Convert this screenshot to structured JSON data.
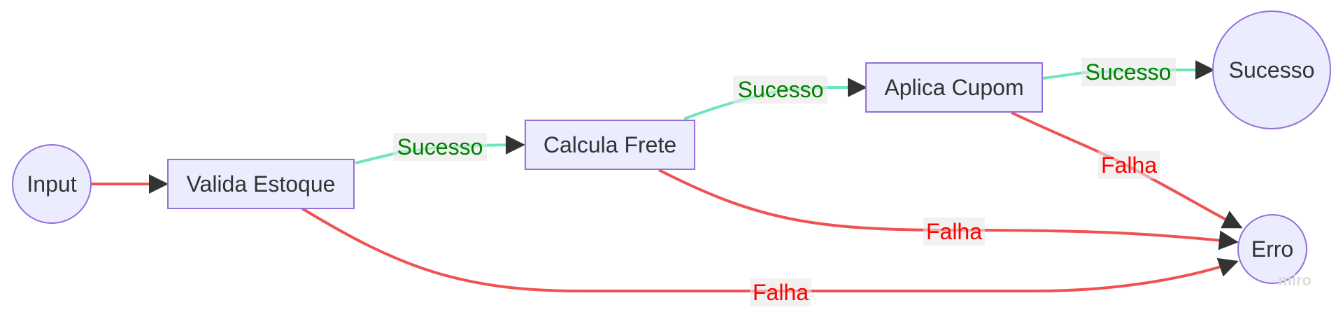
{
  "diagram": {
    "nodes": {
      "input": {
        "label": "Input",
        "shape": "circle"
      },
      "valida_estoque": {
        "label": "Valida Estoque",
        "shape": "rect"
      },
      "calcula_frete": {
        "label": "Calcula Frete",
        "shape": "rect"
      },
      "aplica_cupom": {
        "label": "Aplica Cupom",
        "shape": "rect"
      },
      "sucesso": {
        "label": "Sucesso",
        "shape": "circle"
      },
      "erro": {
        "label": "Erro",
        "shape": "circle"
      }
    },
    "edges": [
      {
        "from": "input",
        "to": "valida_estoque",
        "label": ""
      },
      {
        "from": "valida_estoque",
        "to": "calcula_frete",
        "label": "Sucesso"
      },
      {
        "from": "calcula_frete",
        "to": "aplica_cupom",
        "label": "Sucesso"
      },
      {
        "from": "aplica_cupom",
        "to": "sucesso",
        "label": "Sucesso"
      },
      {
        "from": "aplica_cupom",
        "to": "erro",
        "label": "Falha"
      },
      {
        "from": "calcula_frete",
        "to": "erro",
        "label": "Falha"
      },
      {
        "from": "valida_estoque",
        "to": "erro",
        "label": "Falha"
      }
    ],
    "colors": {
      "node_fill": "#ECECFF",
      "node_stroke": "#9370DB",
      "success_edge": "#6EE7B7",
      "success_label": "#008000",
      "failure_edge": "#F05252",
      "failure_label": "#FF0000",
      "arrowhead": "#333333"
    }
  },
  "watermark": {
    "text": "miro"
  }
}
